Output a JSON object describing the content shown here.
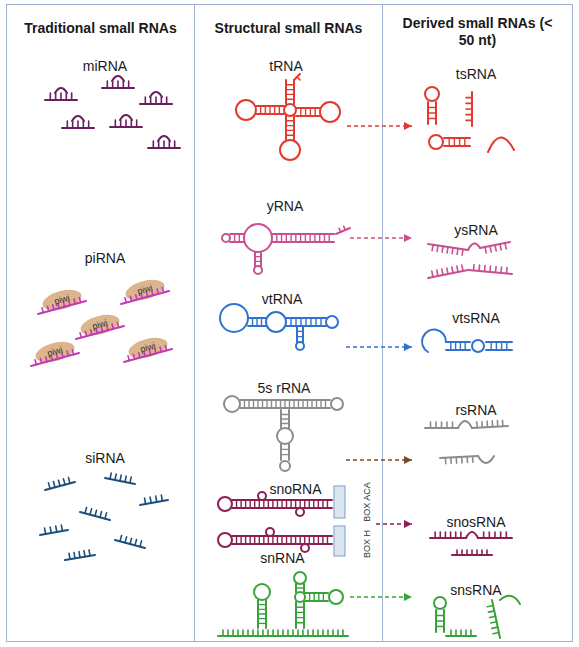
{
  "diagram": {
    "nodes": [
      {
        "text": [
          "Traditional small RNAs"
        ]
      },
      {
        "text": [
          "miRNA"
        ],
        "in": 0
      },
      {
        "text": [
          "piRNA"
        ],
        "in": 0
      },
      {
        "text": [
          "siRNA"
        ],
        "in": 0
      },
      {
        "text": [
          "Structural small RNAs"
        ]
      },
      {
        "text": [
          "tRNA"
        ],
        "in": 4
      },
      {
        "text": [
          "yRNA"
        ],
        "in": 4
      },
      {
        "text": [
          "vtRNA"
        ],
        "in": 4
      },
      {
        "text": [
          "5s rRNA"
        ],
        "in": 4
      },
      {
        "text": [
          "snoRNA"
        ],
        "in": 4
      },
      {
        "text": [
          "snRNA"
        ],
        "in": 4
      },
      {
        "text": [
          "Derived small RNAs (< 50 nt)"
        ]
      },
      {
        "text": [
          "tsRNA"
        ],
        "in": 11
      },
      {
        "text": [
          "ysRNA"
        ],
        "in": 11
      },
      {
        "text": [
          "vtsRNA"
        ],
        "in": 11
      },
      {
        "text": [
          "rsRNA"
        ],
        "in": 11
      },
      {
        "text": [
          "snosRNA"
        ],
        "in": 11
      },
      {
        "text": [
          "snsRNA"
        ],
        "in": 11
      }
    ],
    "edges": [
      {
        "from": 5,
        "to": 12,
        "arrow": "to"
      },
      {
        "from": 6,
        "to": 13,
        "arrow": "to"
      },
      {
        "from": 7,
        "to": 14,
        "arrow": "to"
      },
      {
        "from": 8,
        "to": 15,
        "arrow": "to"
      },
      {
        "from": 9,
        "to": 16,
        "arrow": "to"
      },
      {
        "from": 10,
        "to": 17,
        "arrow": "to"
      }
    ],
    "labels": [
      "piwi",
      "piwi",
      "piwi",
      "piwi",
      "piwi",
      "BOX ACA",
      "BOX H"
    ]
  }
}
